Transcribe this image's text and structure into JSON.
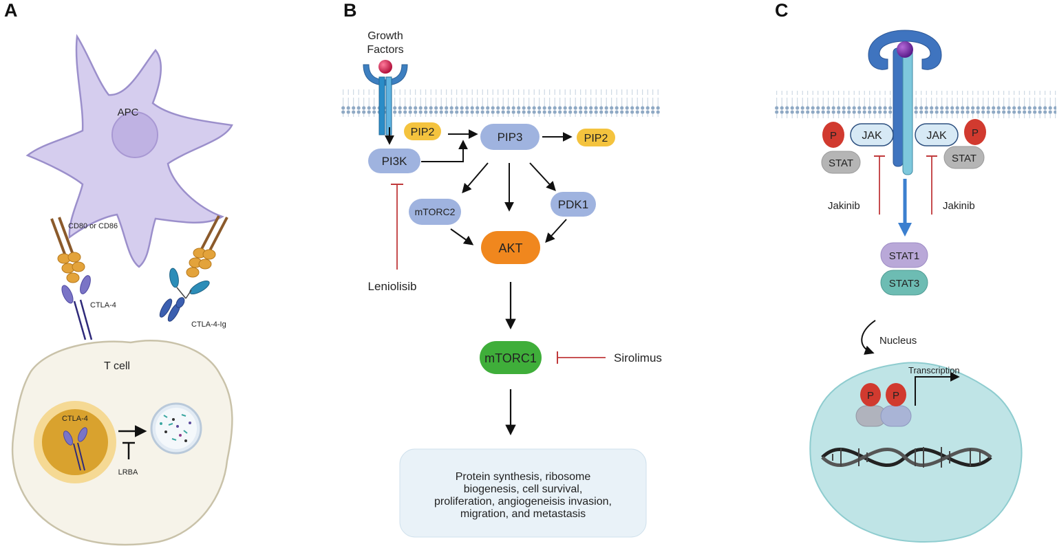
{
  "panels": {
    "a": {
      "letter": "A",
      "apc_label": "APC",
      "cd80_label": "CD80 or CD86",
      "ctla4_label": "CTLA-4",
      "ctla4ig_label": "CTLA-4-Ig",
      "tcell_label": "T cell",
      "vesicle_label": "CTLA-4",
      "lrba_label": "LRBA"
    },
    "b": {
      "letter": "B",
      "growth_factors_line1": "Growth",
      "growth_factors_line2": "Factors",
      "pip2_left": "PIP2",
      "pip3": "PIP3",
      "pip2_right": "PIP2",
      "pi3k": "PI3K",
      "mtorc2": "mTORC2",
      "pdk1": "PDK1",
      "akt": "AKT",
      "mtorc1": "mTORC1",
      "leniolisib": "Leniolisib",
      "sirolimus": "Sirolimus",
      "outcome_lines": [
        "Protein synthesis, ribosome",
        "biogenesis, cell survival,",
        "proliferation, angiogeneisis invasion,",
        "migration, and metastasis"
      ]
    },
    "c": {
      "letter": "C",
      "p": "P",
      "jak": "JAK",
      "stat": "STAT",
      "jakinib": "Jakinib",
      "stat1": "STAT1",
      "stat3": "STAT3",
      "nucleus": "Nucleus",
      "transcription": "Transcription"
    }
  },
  "colors": {
    "membrane": "#8fa9c4",
    "apc_fill": "#d5cdee",
    "apc_stroke": "#9b8fcb",
    "tcell_fill": "#f6f3e9",
    "node_blue": "#9fb3df",
    "pip2_yellow": "#f4c33e",
    "akt_orange": "#f0871e",
    "mtorc1_green": "#3fae3a",
    "inhibitor_red": "#c0393b",
    "nucleus_teal": "#bfe4e6",
    "stat1_purple": "#b9a8d8",
    "stat3_teal": "#6dbcb3",
    "p_red": "#d13a2f"
  }
}
